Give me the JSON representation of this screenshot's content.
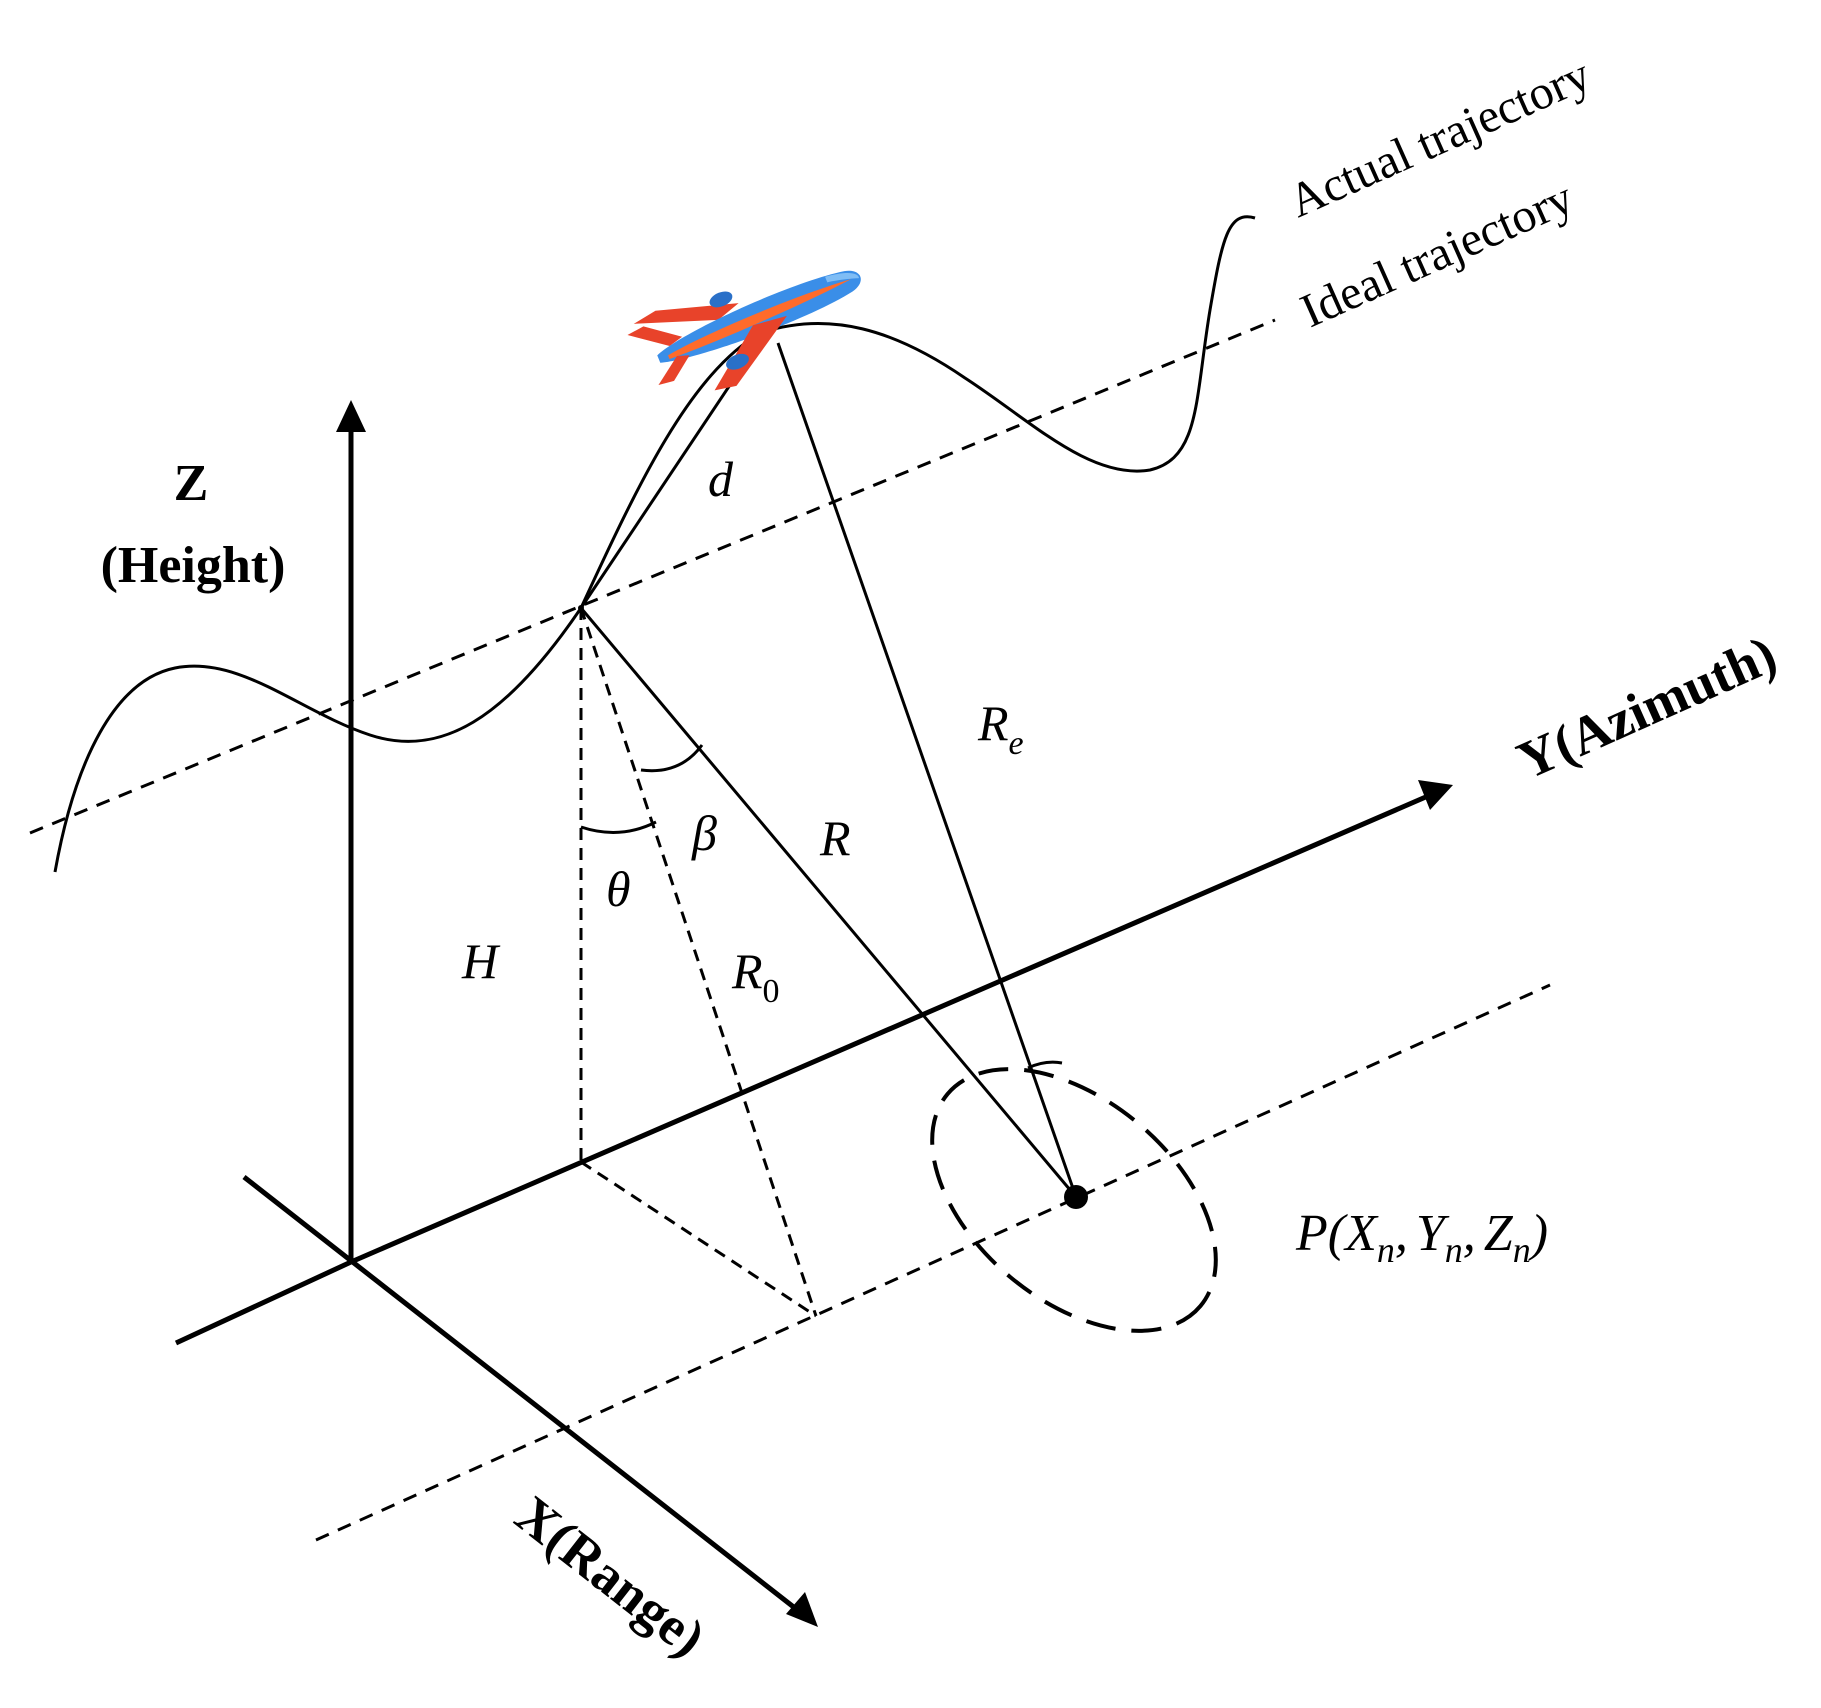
{
  "axes": {
    "z_label_line1": "Z",
    "z_label_line2": "(Height)",
    "y_label": "Y(Azimuth)",
    "x_label": "X(Range)"
  },
  "trajectories": {
    "actual": "Actual trajectory",
    "ideal": "Ideal trajectory"
  },
  "symbols": {
    "d": "d",
    "R_e_main": "R",
    "R_e_sub": "e",
    "R": "R",
    "beta": "β",
    "theta": "θ",
    "H": "H",
    "R0_main": "R",
    "R0_sub": "0"
  },
  "target_point": {
    "P": "P(",
    "X": "X",
    "Y": "Y",
    "Z": "Z",
    "n": "n",
    "comma": ",",
    "close": ")"
  },
  "colors": {
    "line": "#000000",
    "plane_body": "#3a8ee8",
    "plane_wing": "#e8432a",
    "plane_accent": "#ff6b2b"
  }
}
